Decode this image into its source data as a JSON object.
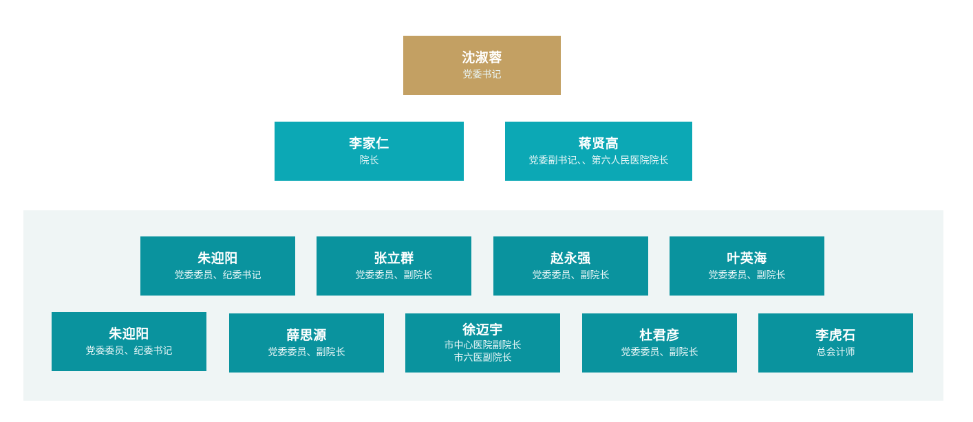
{
  "top": {
    "name": "沈淑蓉",
    "title": "党委书记",
    "color": "#c3a063"
  },
  "second_row": [
    {
      "name": "李家仁",
      "title": "院长"
    },
    {
      "name": "蒋贤高",
      "title": "党委副书记、、第六人民医院院长"
    }
  ],
  "members_row1": [
    {
      "name": "朱迎阳",
      "title": "党委委员、纪委书记"
    },
    {
      "name": "张立群",
      "title": "党委委员、副院长"
    },
    {
      "name": "赵永强",
      "title": "党委委员、副院长"
    },
    {
      "name": "叶英海",
      "title": "党委委员、副院长"
    }
  ],
  "members_row2": [
    {
      "name": "朱迎阳",
      "title": "党委委员、纪委书记"
    },
    {
      "name": "薛思源",
      "title": "党委委员、副院长"
    },
    {
      "name": "徐迈宇",
      "title_lines": [
        "市中心医院副院长",
        "市六医副院长"
      ]
    },
    {
      "name": "杜君彦",
      "title": "党委委员、副院长"
    },
    {
      "name": "李虎石",
      "title": "总会计师"
    }
  ],
  "colors": {
    "gold": "#c3a063",
    "teal": "#0ca8b5",
    "teal_dark": "#0a939e",
    "panel": "#eff5f5"
  }
}
